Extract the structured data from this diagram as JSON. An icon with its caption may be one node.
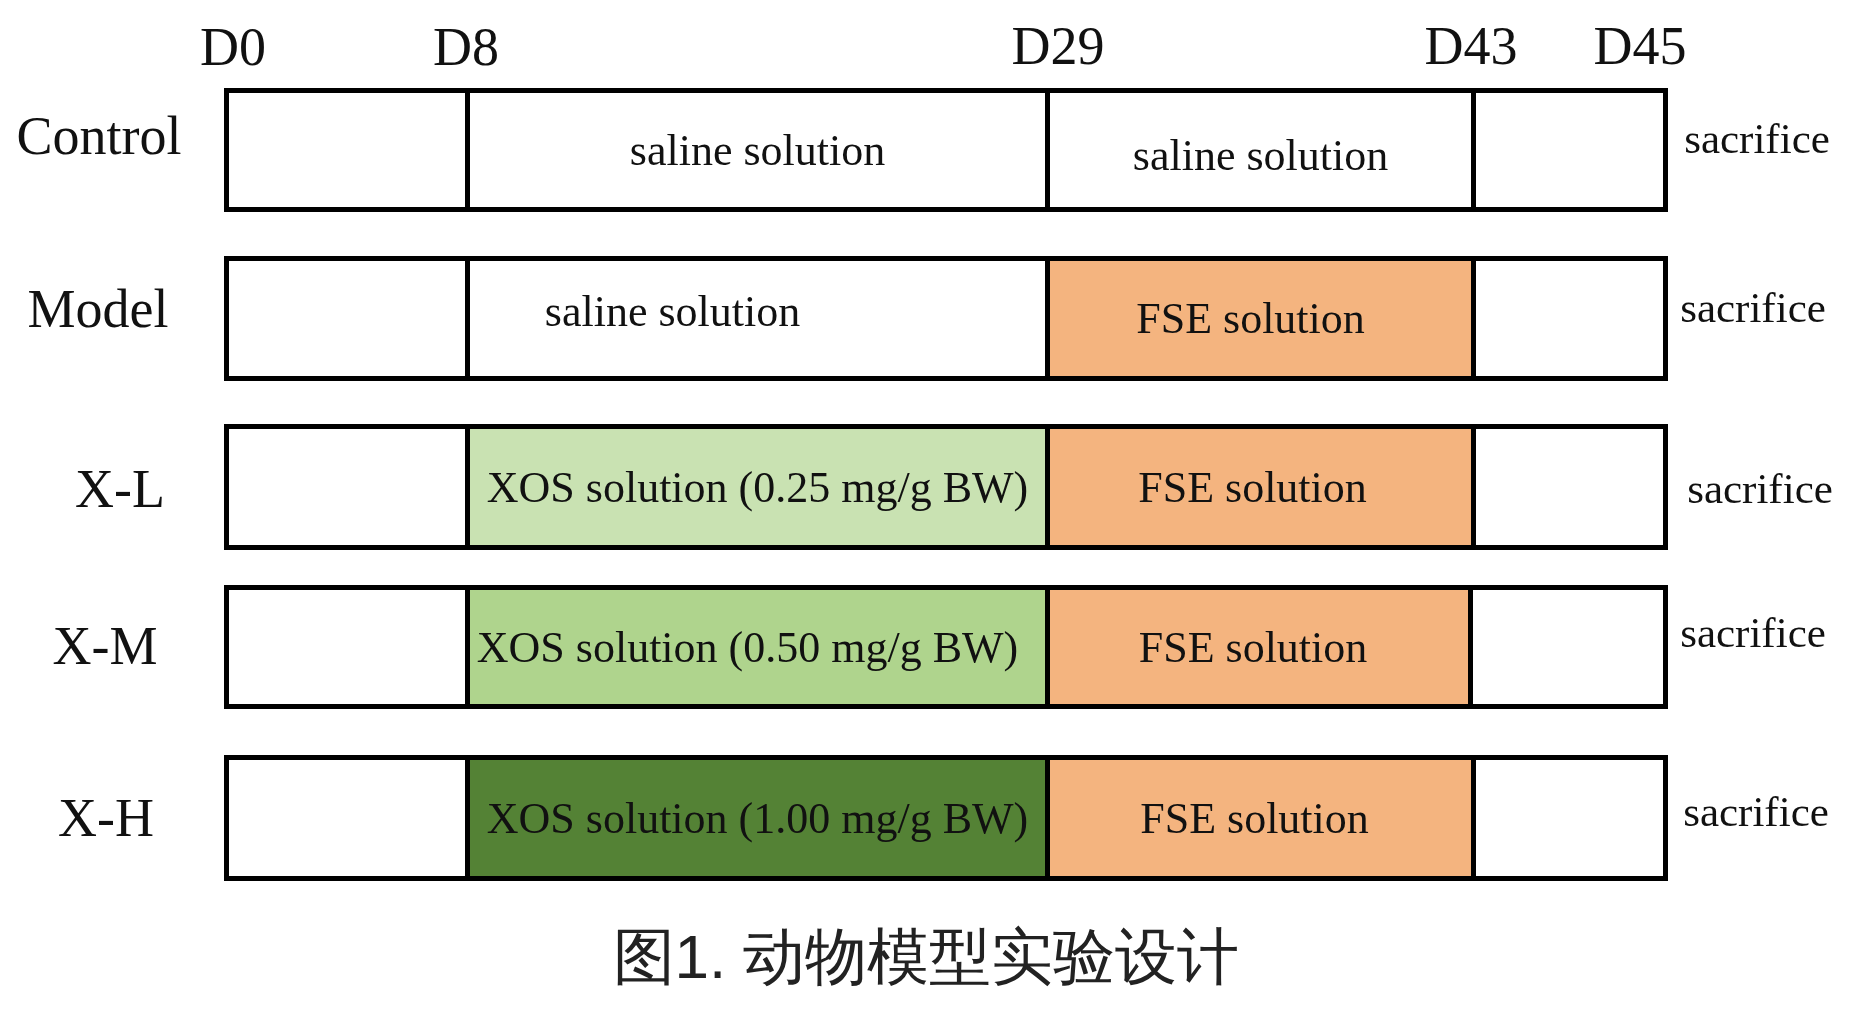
{
  "diagram": {
    "caption": "图1. 动物模型实验设计",
    "nodes": [
      {
        "text": [],
        "shape": "box"
      },
      {
        "text": [
          "saline solution"
        ]
      },
      {
        "text": [
          "saline solution"
        ]
      },
      {
        "text": [],
        "shape": "box",
        "beside": [
          "sacrifice"
        ]
      },
      {
        "text": [],
        "shape": "box"
      },
      {
        "text": [
          "saline solution"
        ]
      },
      {
        "text": [
          "FSE solution"
        ]
      },
      {
        "text": [],
        "shape": "box",
        "beside": [
          "sacrifice"
        ]
      },
      {
        "text": [],
        "shape": "box"
      },
      {
        "text": [
          "XOS solution (0.25 mg/g BW)"
        ]
      },
      {
        "text": [
          "FSE solution"
        ]
      },
      {
        "text": [],
        "shape": "box",
        "beside": [
          "sacrifice"
        ]
      },
      {
        "text": [],
        "shape": "box"
      },
      {
        "text": [
          "XOS solution (0.50 mg/g BW)"
        ]
      },
      {
        "text": [
          "FSE solution"
        ]
      },
      {
        "text": [],
        "shape": "box",
        "beside": [
          "sacrifice"
        ]
      },
      {
        "text": [],
        "shape": "box"
      },
      {
        "text": [
          "XOS solution (1.00 mg/g BW)"
        ]
      },
      {
        "text": [
          "FSE solution"
        ]
      },
      {
        "text": [],
        "shape": "box",
        "beside": [
          "sacrifice"
        ]
      }
    ],
    "labels": [
      "D0",
      "D8",
      "D29",
      "D43",
      "D45",
      "Control",
      "Model",
      "X-L",
      "X-M",
      "X-H"
    ]
  }
}
